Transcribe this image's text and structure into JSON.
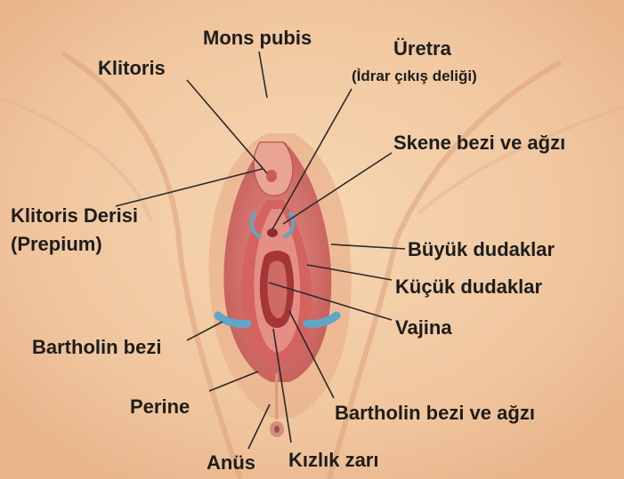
{
  "labels": {
    "mons_pubis": "Mons pubis",
    "klitoris": "Klitoris",
    "uretra": "Üretra",
    "uretra_sub": "(İdrar çıkış deliği)",
    "skene": "Skene bezi ve ağzı",
    "klitoris_derisi_1": "Klitoris Derisi",
    "klitoris_derisi_2": "(Prepium)",
    "buyuk_dudaklar": "Büyük dudaklar",
    "kucuk_dudaklar": "Küçük dudaklar",
    "vajina": "Vajina",
    "bartholin_bezi": "Bartholin bezi",
    "perine": "Perine",
    "bartholin_agzi": "Bartholin bezi ve ağzı",
    "anus": "Anüs",
    "kizlik_zari": "Kızlık zarı"
  },
  "colors": {
    "skin": "#f3cfa8",
    "skin_shadow": "#e2a983",
    "labia_minora": "#d9706c",
    "inner": "#c8504e",
    "gland": "#5fa6c8",
    "text": "#1d1d1b"
  }
}
